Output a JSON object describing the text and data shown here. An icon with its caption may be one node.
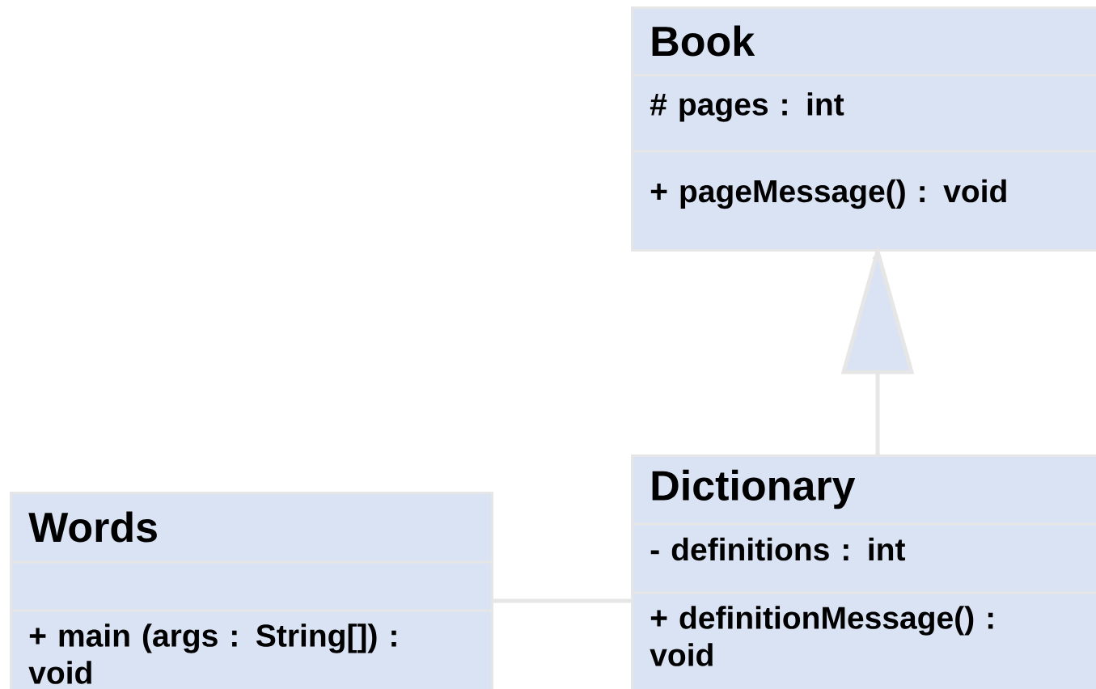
{
  "diagram": {
    "nodes": [
      {
        "text": [
          "Book",
          "# pages : int",
          "+ pageMessage() : void"
        ]
      },
      {
        "text": [
          "Words",
          "+ main (args : String[]) : void"
        ]
      },
      {
        "text": [
          "Dictionary",
          "- definitions : int",
          "+ definitionMessage() : void"
        ]
      }
    ],
    "edges": [
      {
        "from": 2,
        "to": 0,
        "arrow": "to"
      },
      {
        "from": 1,
        "to": 2,
        "arrow": "none"
      }
    ]
  }
}
